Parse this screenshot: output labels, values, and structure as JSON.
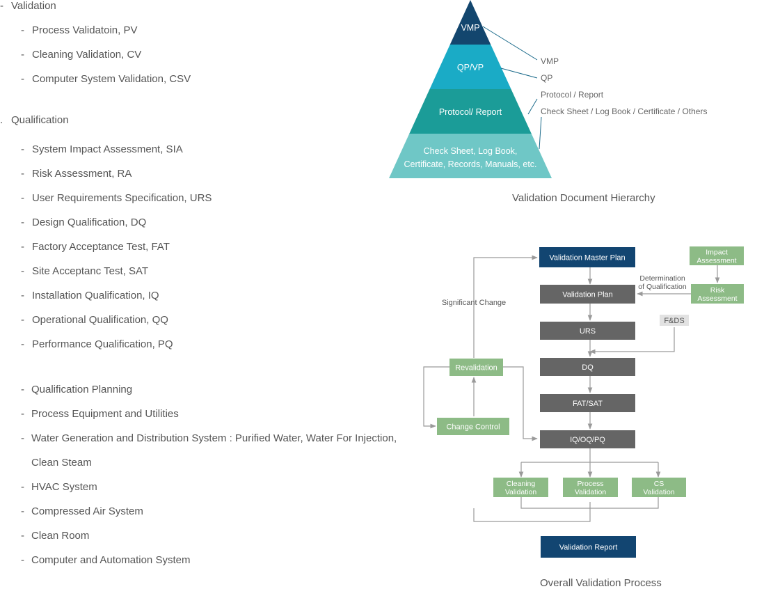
{
  "validation": {
    "heading": "Validation",
    "items": [
      "Process Validatoin, PV",
      "Cleaning Validation, CV",
      "Computer System Validation, CSV"
    ]
  },
  "qualification": {
    "heading": "Qualification",
    "items": [
      "System Impact Assessment, SIA",
      "Risk Assessment, RA",
      "User Requirements Specification, URS",
      "Design Qualification, DQ",
      "Factory Acceptance Test, FAT",
      "Site Acceptanc Test, SAT",
      "Installation Qualification, IQ",
      "Operational Qualification, QQ",
      "Performance Qualification, PQ"
    ]
  },
  "services": {
    "items": [
      "Qualification Planning",
      "Process Equipment and Utilities",
      "Water Generation and Distribution System : Purified Water, Water For Injection,",
      "Clean Steam",
      "HVAC System",
      "Compressed Air System",
      "Clean Room",
      "Computer and Automation System"
    ]
  },
  "pyramid": {
    "caption": "Validation Document Hierarchy",
    "levels": [
      {
        "lines": [
          "VMP"
        ],
        "color": "#13466e"
      },
      {
        "lines": [
          "QP/VP"
        ],
        "color": "#1aabc6"
      },
      {
        "lines": [
          "Protocol/ Report"
        ],
        "color": "#1b9c98"
      },
      {
        "lines": [
          "Check Sheet, Log Book,",
          "Certificate, Records, Manuals, etc."
        ],
        "color": "#6fc7c6"
      }
    ],
    "legend": [
      "VMP",
      "QP",
      "Protocol / Report",
      "Check Sheet / Log Book / Certificate / Others"
    ]
  },
  "flow": {
    "caption": "Overall Validation Process",
    "colors": {
      "navy": "#124571",
      "gray": "#656565",
      "green": "#8dbb86",
      "light": "#e2e2e2",
      "line": "#9a9a9a"
    },
    "nodes": {
      "vmp": {
        "lines": [
          "Validation Master Plan"
        ],
        "style": "navy"
      },
      "vp": {
        "lines": [
          "Validation Plan"
        ],
        "style": "gray"
      },
      "urs": {
        "lines": [
          "URS"
        ],
        "style": "gray"
      },
      "dq": {
        "lines": [
          "DQ"
        ],
        "style": "gray"
      },
      "fat": {
        "lines": [
          "FAT/SAT"
        ],
        "style": "gray"
      },
      "iq": {
        "lines": [
          "IQ/OQ/PQ"
        ],
        "style": "gray"
      },
      "impact": {
        "lines": [
          "Impact",
          "Assessment"
        ],
        "style": "green"
      },
      "risk": {
        "lines": [
          "Risk",
          "Assessment"
        ],
        "style": "green"
      },
      "fds": {
        "lines": [
          "F&DS"
        ],
        "style": "light"
      },
      "reval": {
        "lines": [
          "Revalidation"
        ],
        "style": "green"
      },
      "change": {
        "lines": [
          "Change Control"
        ],
        "style": "green"
      },
      "cleaning": {
        "lines": [
          "Cleaning",
          "Validation"
        ],
        "style": "green"
      },
      "process": {
        "lines": [
          "Process",
          "Validation"
        ],
        "style": "green"
      },
      "cs": {
        "lines": [
          "CS",
          "Validation"
        ],
        "style": "green"
      },
      "report": {
        "lines": [
          "Validation Report"
        ],
        "style": "navy"
      }
    },
    "labels": {
      "significant": "Significant Change",
      "determination": [
        "Determination",
        "of Qualification"
      ]
    }
  }
}
